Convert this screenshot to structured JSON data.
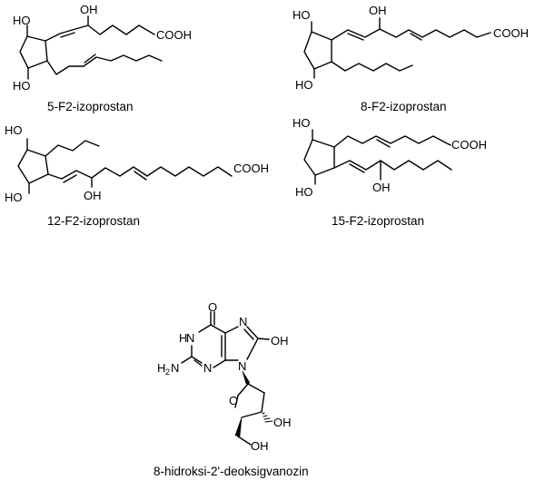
{
  "atoms": {
    "oh": "OH",
    "ho": "HO",
    "cooh": "COOH",
    "h": "H",
    "n": "N",
    "o": "O",
    "h2n_h": "H",
    "h2n_sub": "2",
    "h2n_n": "N"
  },
  "captions": {
    "mol1": "5-F2-izoprostan",
    "mol2": "8-F2-izoprostan",
    "mol3": "12-F2-izoprostan",
    "mol4": "15-F2-izoprostan",
    "mol5": "8-hidroksi-2'-deoksigvanozin"
  }
}
